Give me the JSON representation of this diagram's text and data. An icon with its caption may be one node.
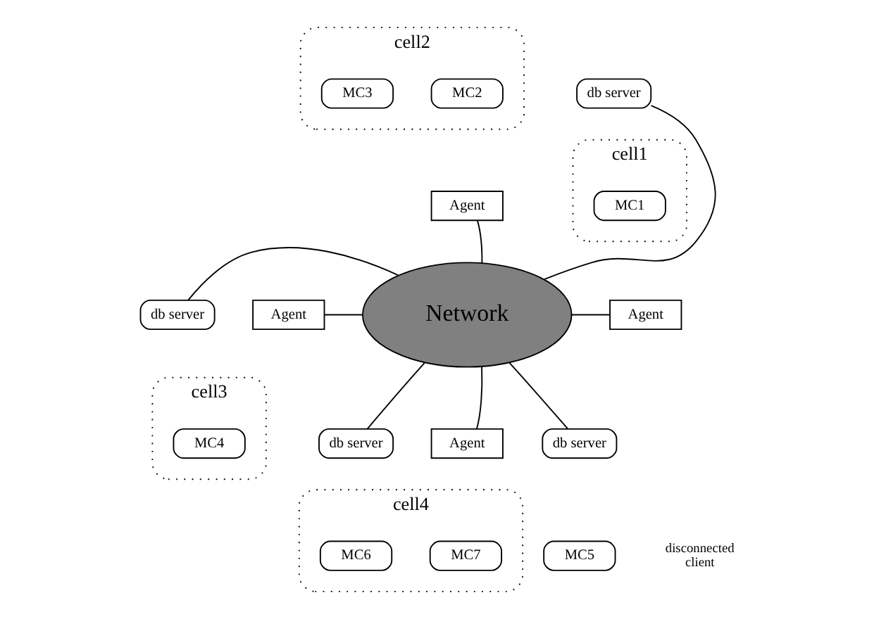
{
  "diagram": {
    "nodes": [
      {
        "text": [
          "cell2"
        ]
      },
      {
        "text": [
          "MC2"
        ],
        "in": 0
      },
      {
        "text": [
          "MC3"
        ],
        "in": 0
      },
      {
        "text": [
          "Agent"
        ]
      },
      {
        "text": [
          "db server"
        ]
      },
      {
        "text": [
          "db server"
        ]
      },
      {
        "text": [
          "cell1"
        ]
      },
      {
        "text": [
          "MC1"
        ],
        "in": 6
      },
      {
        "text": [
          "Agent"
        ]
      },
      {
        "text": [
          "Network"
        ]
      },
      {
        "text": [
          "Agent"
        ]
      },
      {
        "text": [
          "cell3"
        ]
      },
      {
        "text": [
          "MC4"
        ],
        "in": 11
      },
      {
        "text": [
          "db server"
        ]
      },
      {
        "text": [
          "db server"
        ]
      },
      {
        "text": [
          "Agent"
        ]
      },
      {
        "text": [
          "cell4"
        ]
      },
      {
        "text": [
          "MC7"
        ],
        "in": 16
      },
      {
        "text": [
          "MC6"
        ],
        "in": 16
      },
      {
        "text": [
          "MC5"
        ],
        "beside": [
          "disconnected client"
        ]
      }
    ],
    "edges": [
      {
        "from": 9,
        "to": 3,
        "arrow": "none"
      },
      {
        "from": 9,
        "to": 4,
        "arrow": "none"
      },
      {
        "from": 9,
        "to": 5,
        "arrow": "none"
      },
      {
        "from": 9,
        "to": 8,
        "arrow": "none"
      },
      {
        "from": 9,
        "to": 10,
        "arrow": "none"
      },
      {
        "from": 9,
        "to": 13,
        "arrow": "none"
      },
      {
        "from": 9,
        "to": 14,
        "arrow": "none"
      },
      {
        "from": 9,
        "to": 15,
        "arrow": "none"
      }
    ]
  }
}
